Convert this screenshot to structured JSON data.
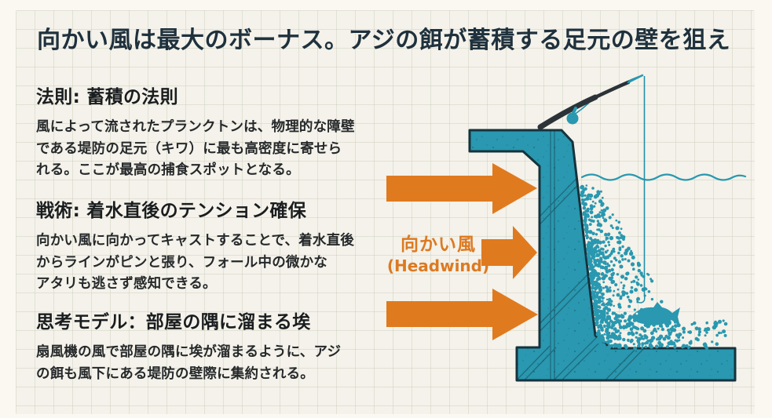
{
  "title": "向かい風は最大のボーナス。アジの餌が蓄積する足元の壁を狙え",
  "sections": [
    {
      "heading": "法則: 蓄積の法則",
      "body": "風によって流されたプランクトンは、物理的な障壁\nである堤防の足元（キワ）に最も高密度に寄せら\nれる。ここが最高の捕食スポットとなる。"
    },
    {
      "heading": "戦術: 着水直後のテンション確保",
      "body": "向かい風に向かってキャストすることで、着水直後\nからラインがピンと張り、フォール中の微かな\nアタリも逃さず感知できる。"
    },
    {
      "heading": "思考モデル：部屋の隅に溜まる埃",
      "body": "扇風機の風で部屋の隅に埃が溜まるように、アジ\nの餌も風下にある堤防の壁際に集約される。"
    }
  ],
  "wind_label": {
    "jp": "向かい風",
    "en": "(Headwind)"
  },
  "colors": {
    "orange": "#E07A1F",
    "teal": "#2998B0",
    "outline": "#16333D",
    "paper": "#F4F2EA",
    "margin": "#FAF8F1",
    "grid_line": "#BABDA8",
    "title_text": "#1F313D",
    "heading_text": "#1A1D1F",
    "body_text": "#26292B",
    "rod_dark": "#2B3338"
  },
  "illustration": {
    "icons": [
      "wind-arrow-icon",
      "seawall-icon",
      "water-line-icon",
      "plankton-dots-icon",
      "fish-icon",
      "fishing-rod-icon",
      "reel-icon",
      "fishing-line-icon",
      "hook-icon"
    ]
  }
}
